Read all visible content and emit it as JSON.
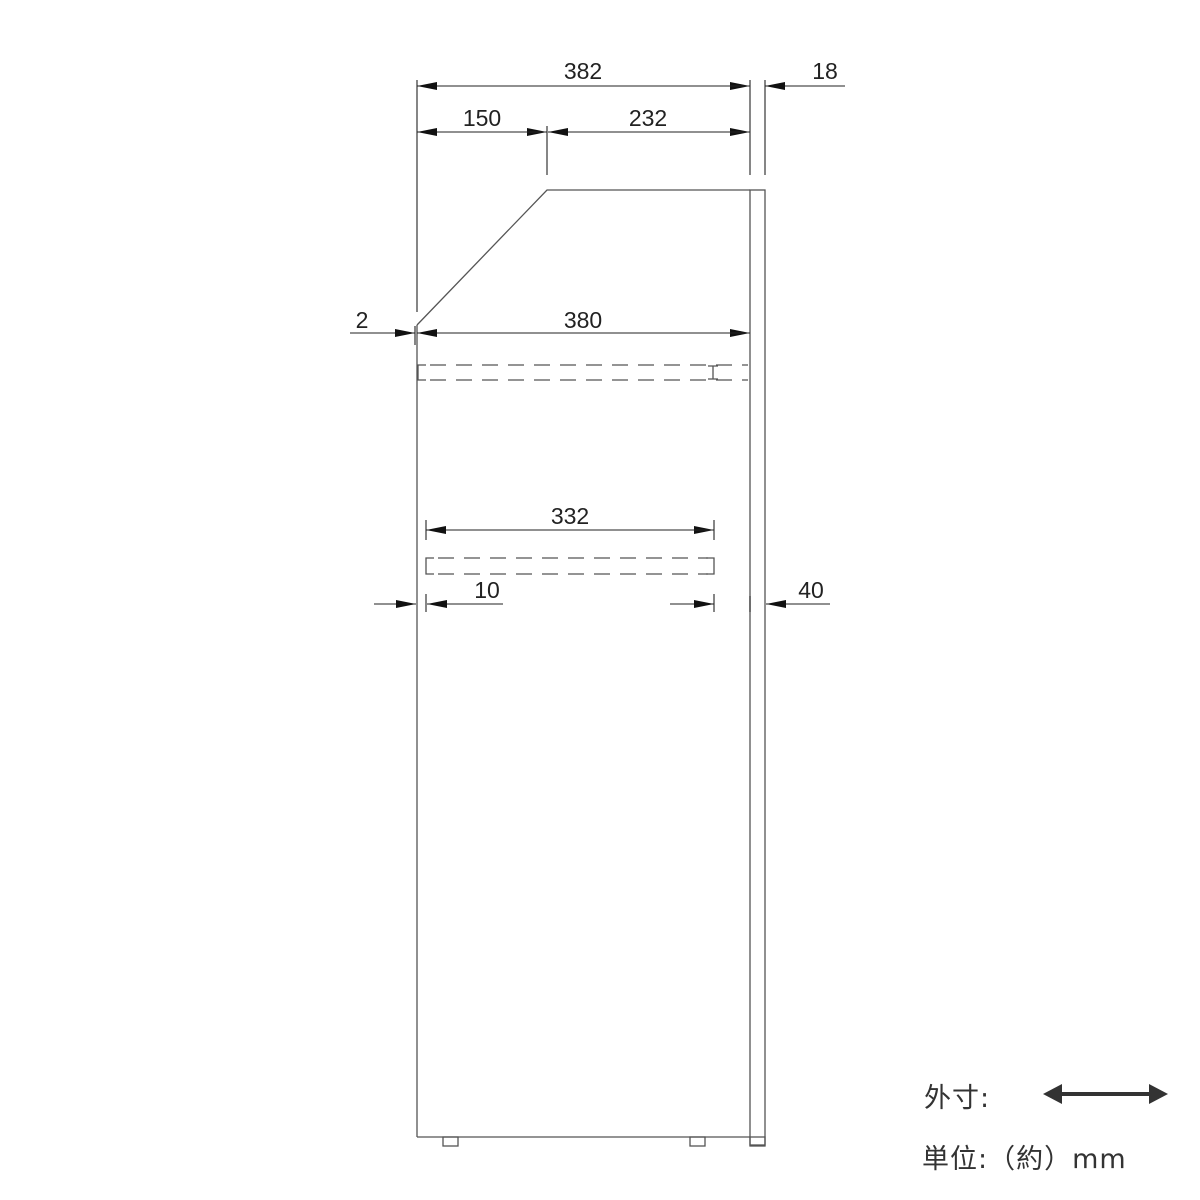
{
  "dimensions": {
    "total_width": "382",
    "panel_thickness": "18",
    "slant_width": "150",
    "top_width": "232",
    "inner_width": "380",
    "offset_left": "2",
    "shelf_width": "332",
    "shelf_offset": "10",
    "side_depth": "40"
  },
  "legend": {
    "outer_label": "外寸:",
    "unit_label": "単位:（約）mm"
  },
  "colors": {
    "line": "#555555",
    "text": "#222222"
  }
}
